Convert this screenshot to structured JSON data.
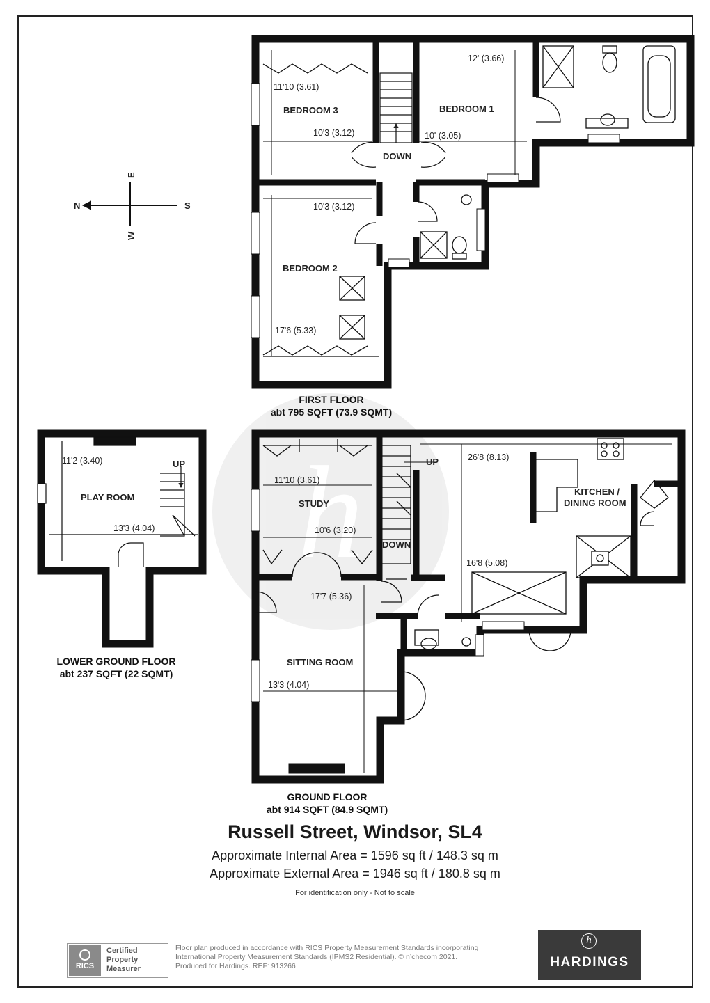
{
  "title": "Russell Street, Windsor, SL4",
  "internal_area": "Approximate Internal Area = 1596 sq ft / 148.3 sq m",
  "external_area": "Approximate External Area = 1946 sq ft / 180.8 sq m",
  "scale_note": "For identification only - Not to scale",
  "compass": {
    "north": "N",
    "south": "S",
    "east": "E",
    "west": "W"
  },
  "floors": {
    "first": {
      "name": "FIRST FLOOR",
      "area": "abt 795  SQFT (73.9 SQMT)",
      "rooms": {
        "bedroom3": "BEDROOM 3",
        "bedroom1": "BEDROOM 1",
        "bedroom2": "BEDROOM 2",
        "down": "DOWN"
      },
      "dims": {
        "b3_a": "11'10 (3.61)",
        "b3_b": "10'3 (3.12)",
        "b1_a": "12' (3.66)",
        "b1_b": "10' (3.05)",
        "b2_a": "10'3 (3.12)",
        "b2_b": "17'6 (5.33)"
      }
    },
    "lower": {
      "name": "LOWER GROUND FLOOR",
      "area": "abt 237 SQFT (22 SQMT)",
      "rooms": {
        "play": "PLAY ROOM",
        "up": "UP"
      },
      "dims": {
        "a": "11'2 (3.40)",
        "b": "13'3 (4.04)"
      }
    },
    "ground": {
      "name": "GROUND FLOOR",
      "area": "abt 914 SQFT (84.9 SQMT)",
      "rooms": {
        "study": "STUDY",
        "kitchen1": "KITCHEN /",
        "kitchen2": "DINING ROOM",
        "sitting": "SITTING ROOM",
        "up": "UP",
        "down": "DOWN"
      },
      "dims": {
        "study_a": "11'10 (3.61)",
        "study_b": "10'6 (3.20)",
        "kit_a": "26'8 (8.13)",
        "kit_b": "16'8 (5.08)",
        "sit_a": "17'7 (5.36)",
        "sit_b": "13'3 (4.04)"
      }
    }
  },
  "footer": {
    "rics": {
      "logo": "RICS",
      "line1": "Certified",
      "line2": "Property",
      "line3": "Measurer"
    },
    "disclaimer": [
      "Floor plan produced in accordance with RICS Property Measurement Standards incorporating",
      "International Property Measurement Standards (IPMS2 Residential).  © n’checom 2021.",
      "Produced for Hardings.   REF:  913266"
    ],
    "brand": {
      "mark": "h",
      "name": "HARDINGS"
    }
  }
}
